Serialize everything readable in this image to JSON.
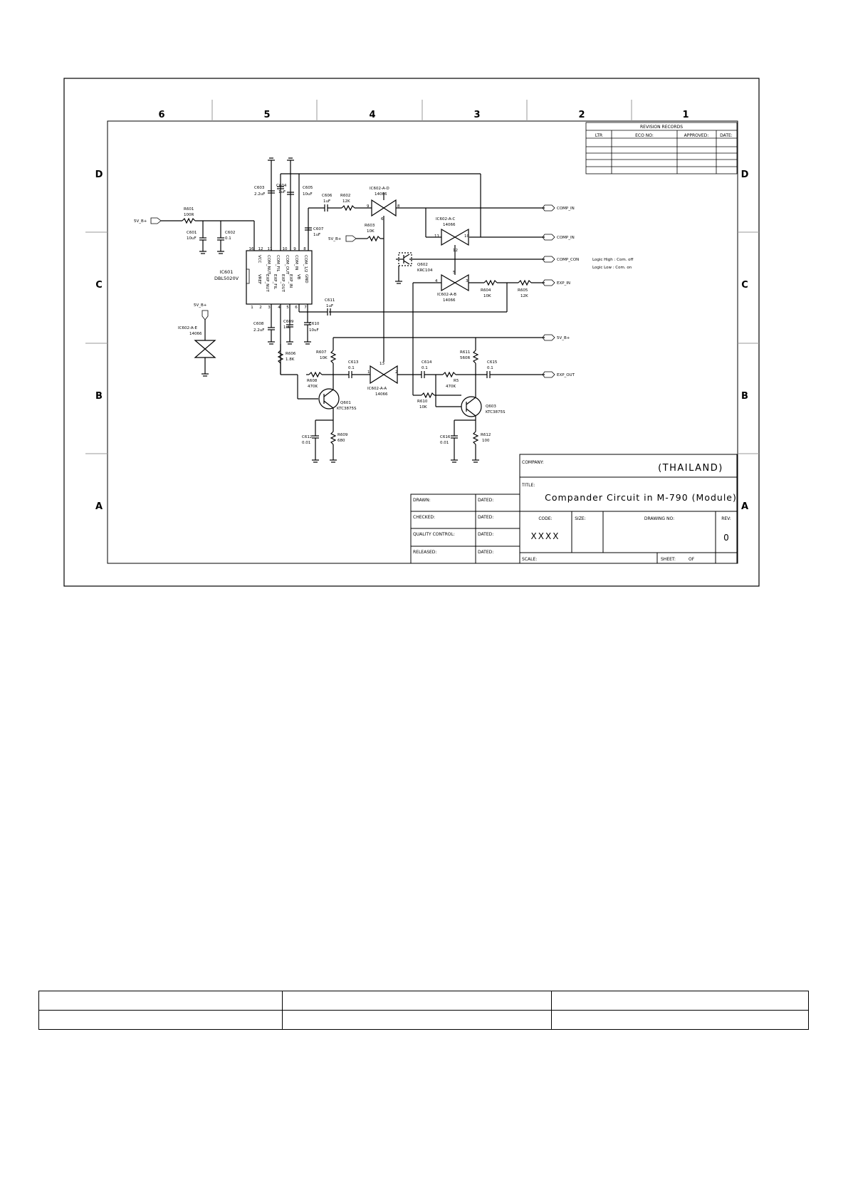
{
  "zones": {
    "columns": [
      "6",
      "5",
      "4",
      "3",
      "2",
      "1"
    ],
    "rows": [
      "D",
      "C",
      "B",
      "A"
    ]
  },
  "revision_block": {
    "title": "REVISION RECORDS",
    "headers": [
      "LTR",
      "ECO NO:",
      "APPROVED:",
      "DATE:"
    ]
  },
  "components": {
    "ic601": {
      "ref": "IC601",
      "value": "DBL5020V",
      "top_pins": [
        "16",
        "12",
        "11",
        "10",
        "9",
        "8"
      ],
      "top_names": [
        "VCC",
        "COM_NUT",
        "COM_FIL",
        "COM_OUT",
        "COM_IN",
        "COM_1/2"
      ],
      "bottom_pins": [
        "1",
        "2",
        "3",
        "4",
        "5",
        "6",
        "7"
      ],
      "bottom_names": [
        "VREF",
        "EXP_NUT",
        "EXP_FIL",
        "EXP_OUT",
        "EXP_IN",
        "VB",
        "GND"
      ]
    },
    "ic602a": {
      "ref": "IC602-A-A",
      "value": "14066",
      "pins": [
        "1",
        "2",
        "13"
      ]
    },
    "ic602b": {
      "ref": "IC602-A-B",
      "value": "14066",
      "pins": [
        "4",
        "3",
        "5"
      ]
    },
    "ic602c": {
      "ref": "IC602-A-C",
      "value": "14066",
      "pins": [
        "11",
        "10",
        "12"
      ]
    },
    "ic602d": {
      "ref": "IC602-A-D",
      "value": "14066",
      "pins": [
        "9",
        "8",
        "6"
      ]
    },
    "ic602e": {
      "ref": "IC602-A-E",
      "value": "14066"
    },
    "r601": {
      "ref": "R601",
      "value": "100R"
    },
    "r602": {
      "ref": "R602",
      "value": "12K"
    },
    "r603": {
      "ref": "R603",
      "value": "10K"
    },
    "r604": {
      "ref": "R604",
      "value": "10K"
    },
    "r605": {
      "ref": "R605",
      "value": "12K"
    },
    "r606": {
      "ref": "R606",
      "value": "1.8K"
    },
    "r607": {
      "ref": "R607",
      "value": "10K"
    },
    "r608": {
      "ref": "R608",
      "value": "470K"
    },
    "r609": {
      "ref": "R609",
      "value": "680"
    },
    "r610": {
      "ref": "R610",
      "value": "10K"
    },
    "r611": {
      "ref": "R611",
      "value": "560R"
    },
    "r612": {
      "ref": "R612",
      "value": "100"
    },
    "r5": {
      "ref": "R5",
      "value": "470K"
    },
    "c601": {
      "ref": "C601",
      "value": "10uF"
    },
    "c602": {
      "ref": "C602",
      "value": "0.1"
    },
    "c603": {
      "ref": "C603",
      "value": "2.2uF"
    },
    "c604": {
      "ref": "C604",
      "value": "1uF"
    },
    "c605": {
      "ref": "C605",
      "value": "10uF"
    },
    "c606": {
      "ref": "C606",
      "value": "1uF"
    },
    "c607": {
      "ref": "C607",
      "value": "1uF"
    },
    "c608": {
      "ref": "C608",
      "value": "2.2uF"
    },
    "c609": {
      "ref": "C609",
      "value": "1uF"
    },
    "c610": {
      "ref": "C610",
      "value": "10uF"
    },
    "c611": {
      "ref": "C611",
      "value": "1uF"
    },
    "c612": {
      "ref": "C612",
      "value": "0.01"
    },
    "c613": {
      "ref": "C613",
      "value": "0.1"
    },
    "c614": {
      "ref": "C614",
      "value": "0.1"
    },
    "c615": {
      "ref": "C615",
      "value": "0.1"
    },
    "c616": {
      "ref": "C616",
      "value": "0.01"
    },
    "q601": {
      "ref": "Q601",
      "value": "KTC3875S"
    },
    "q602": {
      "ref": "Q602",
      "value": "KRC104"
    },
    "q603": {
      "ref": "Q603",
      "value": "KTC3875S"
    }
  },
  "nets": {
    "v5_1": "5V_B+",
    "v5_2": "5V_B+",
    "v5_3": "5V_B+",
    "v5_out": "5V_B+",
    "comp_in_1": "COMP_IN",
    "comp_in_2": "COMP_IN",
    "comp_con": "COMP_CON",
    "exp_in": "EXP_IN",
    "exp_out": "EXP_OUT"
  },
  "logic_note": [
    "Logic High : Com. off",
    "Logic Low  : Com. on"
  ],
  "title_block": {
    "company_label": "COMPANY:",
    "company": "(THAILAND)",
    "title_label": "TITLE:",
    "title": "Compander Circuit in M-790 (Module)",
    "code_label": "CODE:",
    "code": "XXXX",
    "size_label": "SIZE:",
    "drawing_no_label": "DRAWING NO:",
    "rev_label": "REV:",
    "rev": "0",
    "scale_label": "SCALE:",
    "sheet_label": "SHEET:",
    "of_label": "OF",
    "signoffs": [
      "DRAWN:",
      "CHECKED:",
      "QUALITY CONTROL:",
      "RELEASED:"
    ],
    "dated_label": "DATED:"
  },
  "footer_table": {
    "cells": [
      "",
      "",
      ""
    ]
  }
}
